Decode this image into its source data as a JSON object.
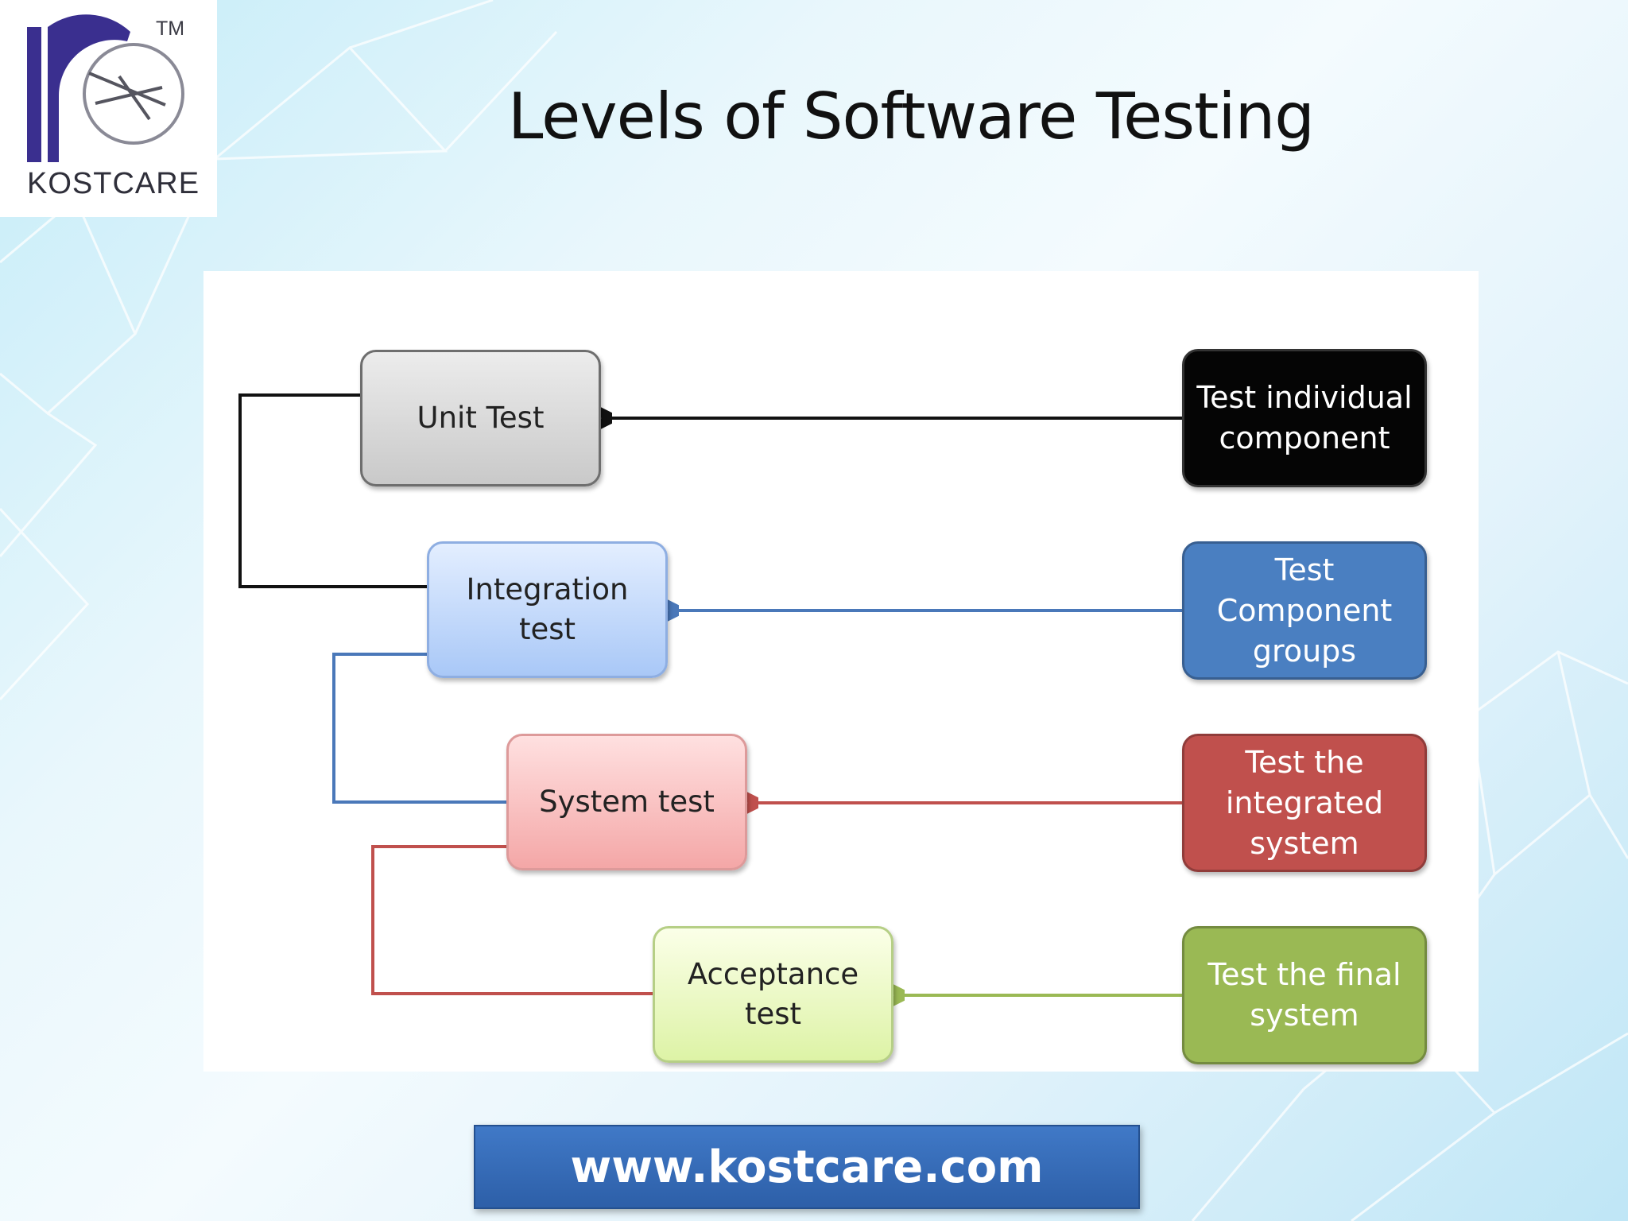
{
  "slide": {
    "title": "Levels of Software Testing",
    "background_color": "#dff2fa"
  },
  "logo": {
    "brand": "KOSTCARE",
    "trademark": "TM",
    "colors": {
      "mark": "#3a2f8f",
      "text": "#2f2f3a"
    }
  },
  "diagram": {
    "levels": [
      {
        "label": "Unit Test",
        "fill": "#d9d9d9"
      },
      {
        "label": "Integration test",
        "fill": "#c6dbfb"
      },
      {
        "label": "System test",
        "fill": "#f9c3c3"
      },
      {
        "label": "Acceptance test",
        "fill": "#ecf8c8"
      }
    ],
    "descriptions": [
      {
        "label": "Test individual component",
        "fill": "#050505"
      },
      {
        "label": "Test Component groups",
        "fill": "#4a7fc1"
      },
      {
        "label": "Test the integrated system",
        "fill": "#c0504d"
      },
      {
        "label": "Test the final system",
        "fill": "#9ab954"
      }
    ],
    "connector_colors": [
      "#111111",
      "#4a78b9",
      "#c0504d",
      "#9ab954"
    ]
  },
  "footer": {
    "url": "www.kostcare.com",
    "color": "#3a6fbc"
  }
}
